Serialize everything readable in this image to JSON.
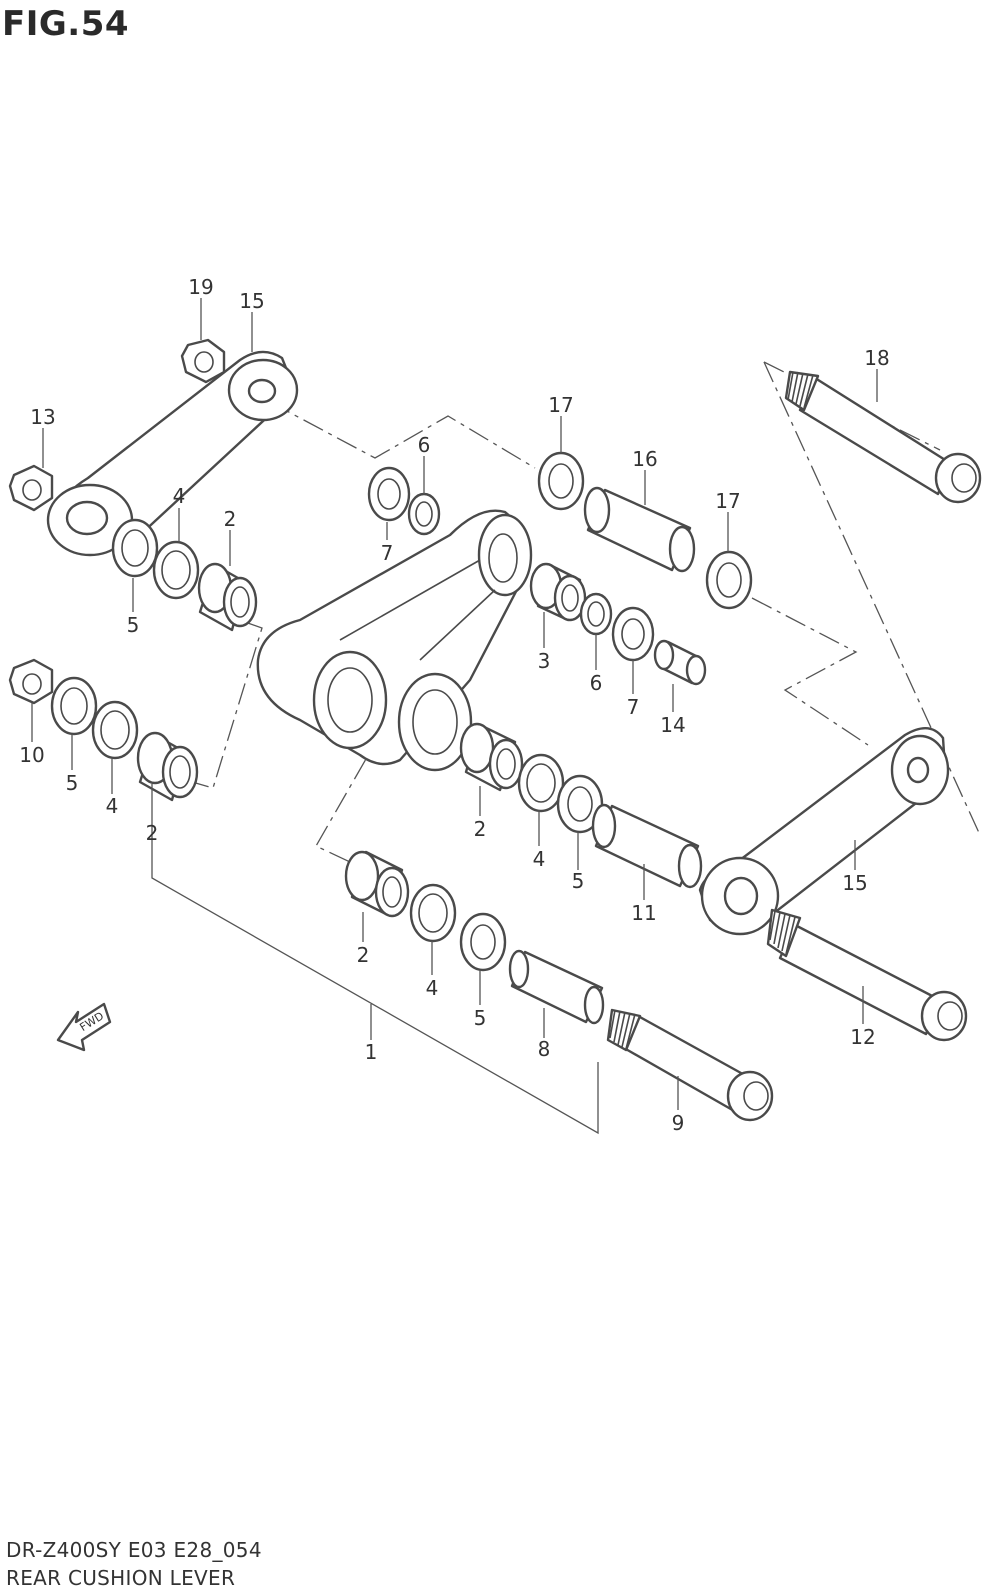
{
  "figure": {
    "title": "FIG.54",
    "model_code": "DR-Z400SY E03 E28_054",
    "name": "REAR CUSHION LEVER",
    "fwd_label": "FWD"
  },
  "callouts": [
    {
      "id": "c19",
      "label": "19"
    },
    {
      "id": "c15a",
      "label": "15"
    },
    {
      "id": "c13",
      "label": "13"
    },
    {
      "id": "c4a",
      "label": "4"
    },
    {
      "id": "c2a",
      "label": "2"
    },
    {
      "id": "c5a",
      "label": "5"
    },
    {
      "id": "c6a",
      "label": "6"
    },
    {
      "id": "c7a",
      "label": "7"
    },
    {
      "id": "c17a",
      "label": "17"
    },
    {
      "id": "c16",
      "label": "16"
    },
    {
      "id": "c17b",
      "label": "17"
    },
    {
      "id": "c18",
      "label": "18"
    },
    {
      "id": "c3",
      "label": "3"
    },
    {
      "id": "c6b",
      "label": "6"
    },
    {
      "id": "c7b",
      "label": "7"
    },
    {
      "id": "c14",
      "label": "14"
    },
    {
      "id": "c10",
      "label": "10"
    },
    {
      "id": "c5b",
      "label": "5"
    },
    {
      "id": "c4b",
      "label": "4"
    },
    {
      "id": "c2b",
      "label": "2"
    },
    {
      "id": "c2c",
      "label": "2"
    },
    {
      "id": "c4c",
      "label": "4"
    },
    {
      "id": "c5c",
      "label": "5"
    },
    {
      "id": "c11",
      "label": "11"
    },
    {
      "id": "c15b",
      "label": "15"
    },
    {
      "id": "c2d",
      "label": "2"
    },
    {
      "id": "c4d",
      "label": "4"
    },
    {
      "id": "c5d",
      "label": "5"
    },
    {
      "id": "c8",
      "label": "8"
    },
    {
      "id": "c1",
      "label": "1"
    },
    {
      "id": "c12",
      "label": "12"
    },
    {
      "id": "c9",
      "label": "9"
    }
  ]
}
